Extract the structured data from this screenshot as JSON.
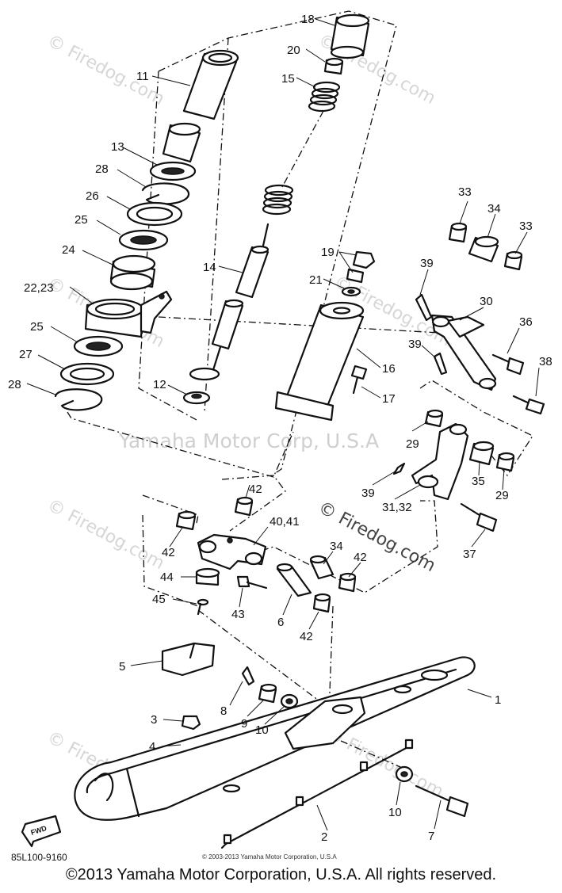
{
  "watermarks": {
    "site": "© Firedog.com",
    "corp": "Yamaha Motor Corp, U.S.A",
    "site_center": "© Firedog.com"
  },
  "parts": [
    {
      "id": "p18",
      "label": "18"
    },
    {
      "id": "p20",
      "label": "20"
    },
    {
      "id": "p15",
      "label": "15"
    },
    {
      "id": "p11",
      "label": "11"
    },
    {
      "id": "p13",
      "label": "13"
    },
    {
      "id": "p28a",
      "label": "28"
    },
    {
      "id": "p26",
      "label": "26"
    },
    {
      "id": "p25a",
      "label": "25"
    },
    {
      "id": "p24",
      "label": "24"
    },
    {
      "id": "p14",
      "label": "14"
    },
    {
      "id": "p19",
      "label": "19"
    },
    {
      "id": "p21",
      "label": "21"
    },
    {
      "id": "p2223",
      "label": "22,23"
    },
    {
      "id": "p25b",
      "label": "25"
    },
    {
      "id": "p27",
      "label": "27"
    },
    {
      "id": "p28b",
      "label": "28"
    },
    {
      "id": "p12",
      "label": "12"
    },
    {
      "id": "p16",
      "label": "16"
    },
    {
      "id": "p17",
      "label": "17"
    },
    {
      "id": "p33a",
      "label": "33"
    },
    {
      "id": "p34a",
      "label": "34"
    },
    {
      "id": "p33b",
      "label": "33"
    },
    {
      "id": "p39a",
      "label": "39"
    },
    {
      "id": "p30",
      "label": "30"
    },
    {
      "id": "p36",
      "label": "36"
    },
    {
      "id": "p39b",
      "label": "39"
    },
    {
      "id": "p38",
      "label": "38"
    },
    {
      "id": "p29a",
      "label": "29"
    },
    {
      "id": "p35",
      "label": "35"
    },
    {
      "id": "p29b",
      "label": "29"
    },
    {
      "id": "p39c",
      "label": "39"
    },
    {
      "id": "p3132",
      "label": "31,32"
    },
    {
      "id": "p37",
      "label": "37"
    },
    {
      "id": "p42a",
      "label": "42"
    },
    {
      "id": "p4041",
      "label": "40,41"
    },
    {
      "id": "p42b",
      "label": "42"
    },
    {
      "id": "p44",
      "label": "44"
    },
    {
      "id": "p45",
      "label": "45"
    },
    {
      "id": "p43",
      "label": "43"
    },
    {
      "id": "p6",
      "label": "6"
    },
    {
      "id": "p34b",
      "label": "34"
    },
    {
      "id": "p42c",
      "label": "42"
    },
    {
      "id": "p42d",
      "label": "42"
    },
    {
      "id": "p5",
      "label": "5"
    },
    {
      "id": "p8",
      "label": "8"
    },
    {
      "id": "p9",
      "label": "9"
    },
    {
      "id": "p10a",
      "label": "10"
    },
    {
      "id": "p3",
      "label": "3"
    },
    {
      "id": "p4",
      "label": "4"
    },
    {
      "id": "p1",
      "label": "1"
    },
    {
      "id": "p10b",
      "label": "10"
    },
    {
      "id": "p2",
      "label": "2"
    },
    {
      "id": "p7",
      "label": "7"
    }
  ],
  "fwd_marker": "FWD",
  "diagram_code": "85L100-9160",
  "small_copyright": "© 2003-2013 Yamaha Motor Corporation, U.S.A",
  "footer": "©2013 Yamaha Motor Corporation, U.S.A. All rights reserved."
}
